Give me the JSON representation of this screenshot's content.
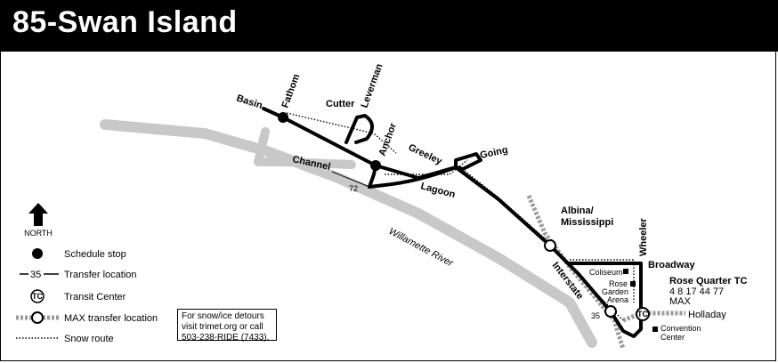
{
  "title": "85-Swan Island",
  "north_label": "NORTH",
  "streets": {
    "basin": "Basin",
    "fathom": "Fathom",
    "cutter": "Cutter",
    "leverman": "Leverman",
    "anchor": "Anchor",
    "channel": "Channel",
    "greeley": "Greeley",
    "going": "Going",
    "lagoon": "Lagoon",
    "interstate": "Interstate",
    "wheeler": "Wheeler",
    "broadway": "Broadway",
    "holladay": "Holladay"
  },
  "places": {
    "albina": "Albina/",
    "mississippi": "Mississippi",
    "coliseum": "Coliseum",
    "rose": "Rose",
    "garden": "Garden",
    "arena": "Arena",
    "convention": "Convention",
    "center": "Center",
    "river": "Willamette River"
  },
  "transit_center": {
    "name": "Rose Quarter TC",
    "routes": "4 8 17 44 77",
    "max": "MAX"
  },
  "route_numbers": {
    "channel": "72",
    "interstate": "35"
  },
  "legend": {
    "schedule_stop": "Schedule stop",
    "transfer_number": "35",
    "transfer_location": "Transfer location",
    "tc_symbol": "TC",
    "transit_center": "Transit Center",
    "max_transfer": "MAX transfer location",
    "snow_route": "Snow route"
  },
  "snow_notice": {
    "line1": "For snow/ice detours",
    "line2": "visit trimet.org or call",
    "line3": "503-238-RIDE (7433)."
  },
  "colors": {
    "header": "#000000",
    "river": "#c8c8c8",
    "route": "#000000",
    "max": "#9a9a9a"
  }
}
